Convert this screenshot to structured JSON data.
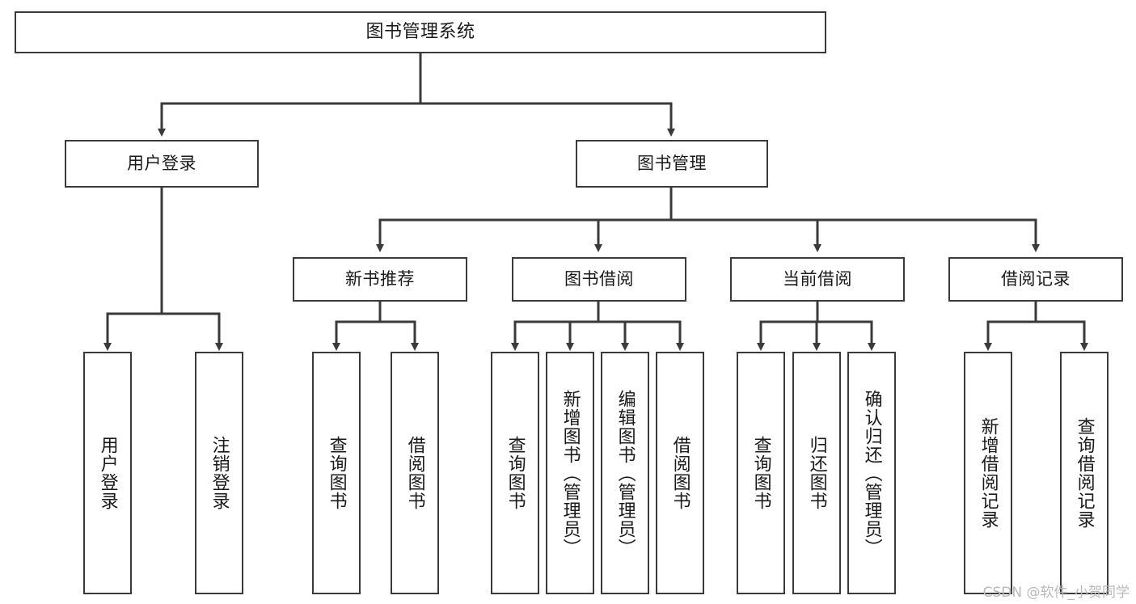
{
  "diagram": {
    "type": "tree-hierarchy",
    "title": "图书管理系统",
    "watermark": "CSDN @软件_小贺同学",
    "stroke_color": "#3a3a3a",
    "background_color": "#ffffff",
    "text_color": "#1a1a1a",
    "nodes": {
      "root": {
        "label": "图书管理系统",
        "level": 1
      },
      "user_login": {
        "label": "用户登录",
        "level": 2
      },
      "book_manage": {
        "label": "图书管理",
        "level": 2
      },
      "new_book_rec": {
        "label": "新书推荐",
        "level": 3
      },
      "book_borrow": {
        "label": "图书借阅",
        "level": 3
      },
      "current_borrow": {
        "label": "当前借阅",
        "level": 3
      },
      "borrow_record": {
        "label": "借阅记录",
        "level": 3
      },
      "leaf_user_login": {
        "label": "用户登录",
        "level": 4
      },
      "leaf_logout": {
        "label": "注销登录",
        "level": 4
      },
      "leaf_query_book_1": {
        "label": "查询图书",
        "level": 4
      },
      "leaf_borrow_book_1": {
        "label": "借阅图书",
        "level": 4
      },
      "leaf_query_book_2": {
        "label": "查询图书",
        "level": 4
      },
      "leaf_add_book": {
        "label": "新增图书（管理员）",
        "level": 4
      },
      "leaf_edit_book": {
        "label": "编辑图书（管理员）",
        "level": 4
      },
      "leaf_borrow_book_2": {
        "label": "借阅图书",
        "level": 4
      },
      "leaf_query_book_3": {
        "label": "查询图书",
        "level": 4
      },
      "leaf_return_book": {
        "label": "归还图书",
        "level": 4
      },
      "leaf_confirm_return": {
        "label": "确认归还（管理员）",
        "level": 4
      },
      "leaf_add_record": {
        "label": "新增借阅记录",
        "level": 4
      },
      "leaf_query_record": {
        "label": "查询借阅记录",
        "level": 4
      }
    },
    "edges": [
      {
        "from": "root",
        "to": "user_login"
      },
      {
        "from": "root",
        "to": "book_manage"
      },
      {
        "from": "user_login",
        "to": "leaf_user_login"
      },
      {
        "from": "user_login",
        "to": "leaf_logout"
      },
      {
        "from": "book_manage",
        "to": "new_book_rec"
      },
      {
        "from": "book_manage",
        "to": "book_borrow"
      },
      {
        "from": "book_manage",
        "to": "current_borrow"
      },
      {
        "from": "book_manage",
        "to": "borrow_record"
      },
      {
        "from": "new_book_rec",
        "to": "leaf_query_book_1"
      },
      {
        "from": "new_book_rec",
        "to": "leaf_borrow_book_1"
      },
      {
        "from": "book_borrow",
        "to": "leaf_query_book_2"
      },
      {
        "from": "book_borrow",
        "to": "leaf_add_book"
      },
      {
        "from": "book_borrow",
        "to": "leaf_edit_book"
      },
      {
        "from": "book_borrow",
        "to": "leaf_borrow_book_2"
      },
      {
        "from": "current_borrow",
        "to": "leaf_query_book_3"
      },
      {
        "from": "current_borrow",
        "to": "leaf_return_book"
      },
      {
        "from": "current_borrow",
        "to": "leaf_confirm_return"
      },
      {
        "from": "borrow_record",
        "to": "leaf_add_record"
      },
      {
        "from": "borrow_record",
        "to": "leaf_query_record"
      }
    ]
  }
}
